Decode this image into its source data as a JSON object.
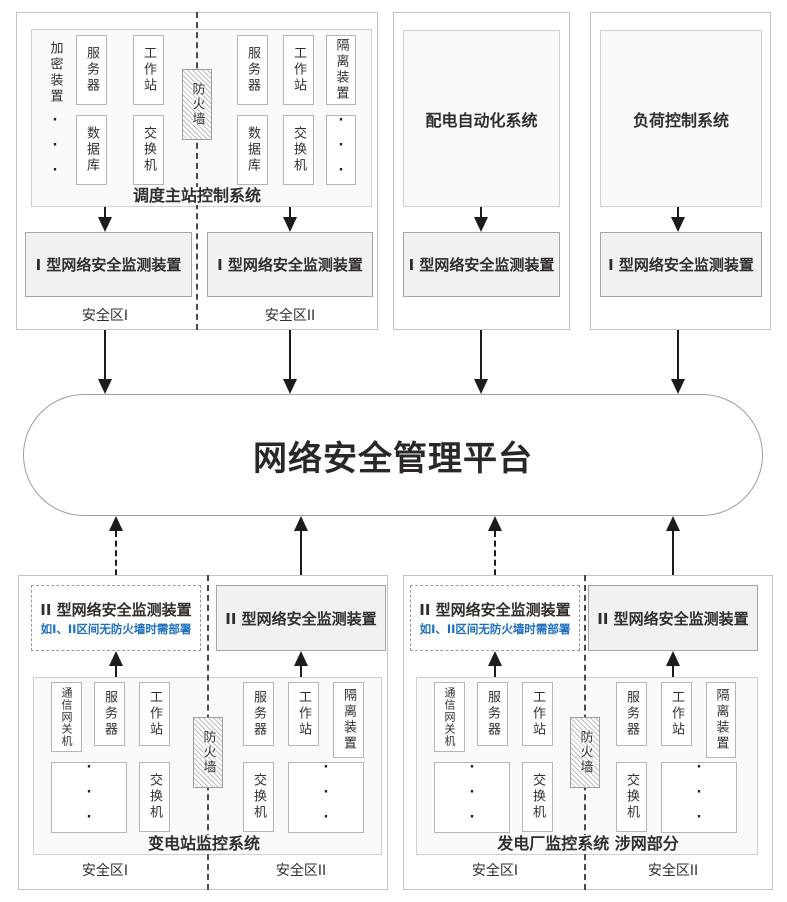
{
  "colors": {
    "note_blue": "#1e6fbe"
  },
  "platform": {
    "label": "网络安全管理平台"
  },
  "top": {
    "dispatch": {
      "system_label": "调度主站控制系统",
      "firewall_label": "防火墙",
      "zone1": {
        "name": "安全区I",
        "encrypt": "加密装置",
        "server": "服务器",
        "workstation": "工作站",
        "database": "数据库",
        "switch": "交换机",
        "dots": "···",
        "monitor": "I 型网络安全监测装置"
      },
      "zone2": {
        "name": "安全区II",
        "server": "服务器",
        "workstation": "工作站",
        "isolation": "隔离装置",
        "database": "数据库",
        "switch": "交换机",
        "dots": "···",
        "monitor": "I 型网络安全监测装置"
      }
    },
    "distribution": {
      "system_label": "配电自动化系统",
      "monitor": "I 型网络安全监测装置"
    },
    "load": {
      "system_label": "负荷控制系统",
      "monitor": "I 型网络安全监测装置"
    }
  },
  "bottom": {
    "substation": {
      "system_label": "变电站监控系统",
      "firewall_label": "防火墙",
      "zone1": {
        "name": "安全区I",
        "gateway": "通信网关机",
        "server": "服务器",
        "workstation": "工作站",
        "switch": "交换机",
        "dots": "···",
        "monitor": "II 型网络安全监测装置",
        "monitor_note": "如I、II区间无防火墙时需部署"
      },
      "zone2": {
        "name": "安全区II",
        "server": "服务器",
        "workstation": "工作站",
        "isolation": "隔离装置",
        "switch": "交换机",
        "dots": "···",
        "monitor": "II 型网络安全监测装置"
      }
    },
    "powerplant": {
      "system_label": "发电厂监控系统 涉网部分",
      "firewall_label": "防火墙",
      "zone1": {
        "name": "安全区I",
        "gateway": "通信网关机",
        "server": "服务器",
        "workstation": "工作站",
        "switch": "交换机",
        "dots": "···",
        "monitor": "II 型网络安全监测装置",
        "monitor_note": "如I、II区间无防火墙时需部署"
      },
      "zone2": {
        "name": "安全区II",
        "server": "服务器",
        "workstation": "工作站",
        "isolation": "隔离装置",
        "switch": "交换机",
        "dots": "···",
        "monitor": "II 型网络安全监测装置"
      }
    }
  }
}
